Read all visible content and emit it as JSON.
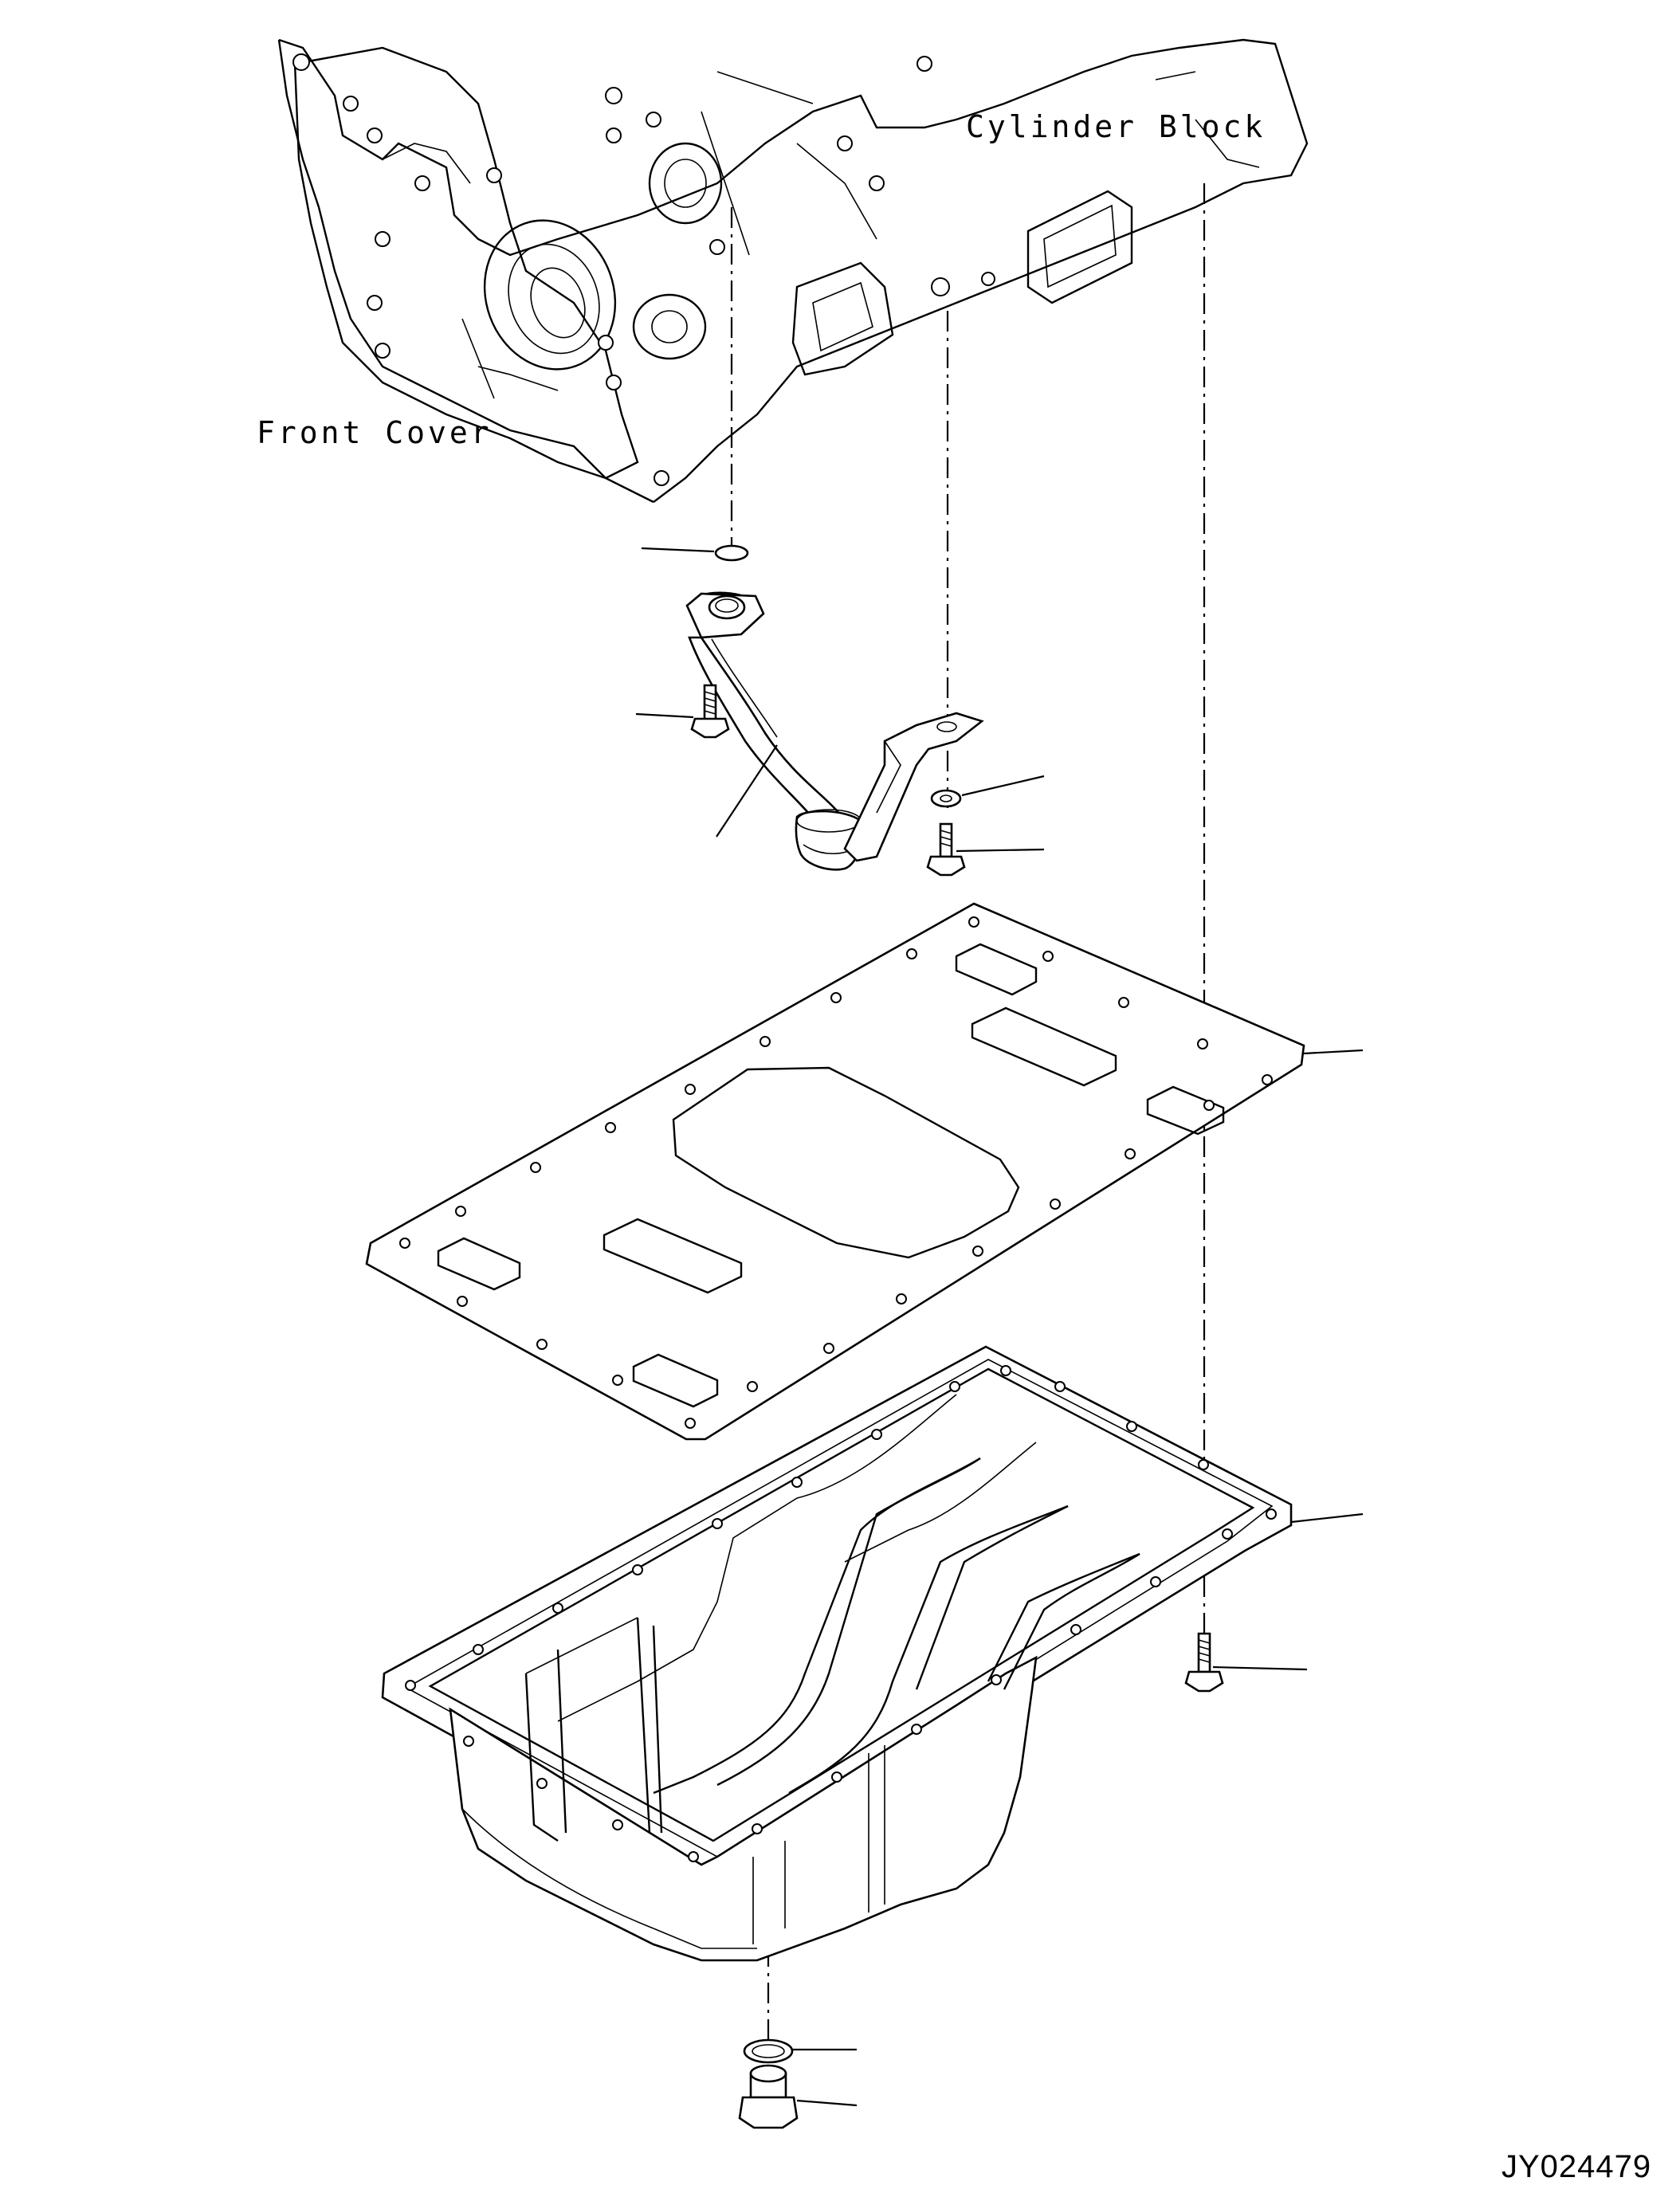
{
  "labels": {
    "cylinder_block": "Cylinder Block",
    "front_cover": "Front Cover",
    "figure_code": "JY024479"
  }
}
